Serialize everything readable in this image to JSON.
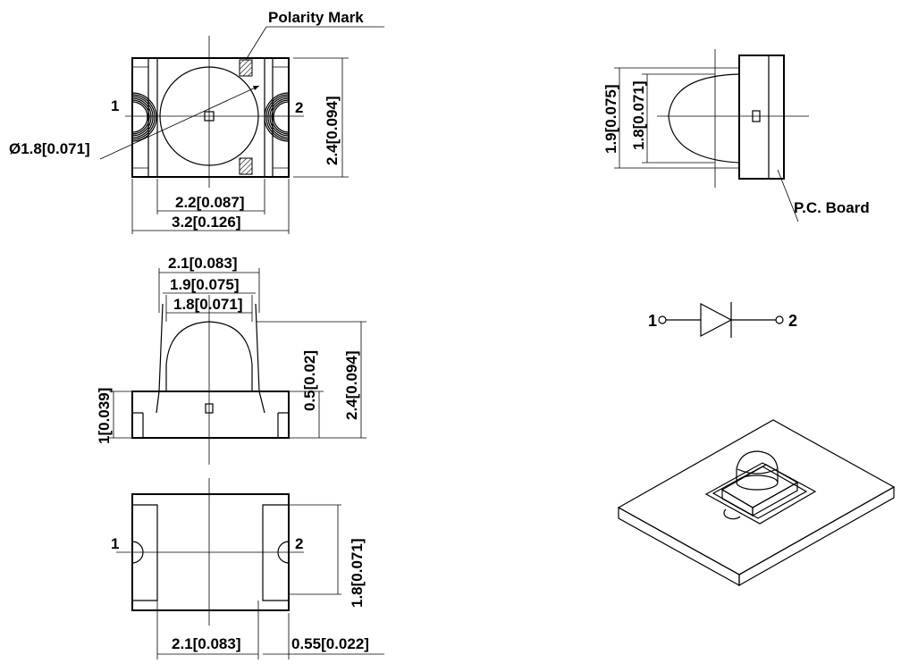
{
  "labels": {
    "polarity_mark": "Polarity Mark",
    "diameter": "Ø1.8[0.071]",
    "pin1": "1",
    "pin2": "2",
    "top_inner_width": "2.2[0.087]",
    "top_outer_width": "3.2[0.126]",
    "top_height": "2.4[0.094]",
    "side_dome_height": "1.9[0.075]",
    "side_dome_inner": "1.8[0.071]",
    "pc_board": "P.C. Board",
    "front_w1": "2.1[0.083]",
    "front_w2": "1.9[0.075]",
    "front_w3": "1.8[0.071]",
    "front_base_h": "1[0.039]",
    "front_h1": "0.5[0.02]",
    "front_h2": "2.4[0.094]",
    "schem_pin1": "1",
    "schem_pin2": "2",
    "bottom_pad_span": "2.1[0.083]",
    "bottom_pad_width": "0.55[0.022]",
    "bottom_height": "1.8[0.071]",
    "bottom_pin1": "1",
    "bottom_pin2": "2"
  }
}
